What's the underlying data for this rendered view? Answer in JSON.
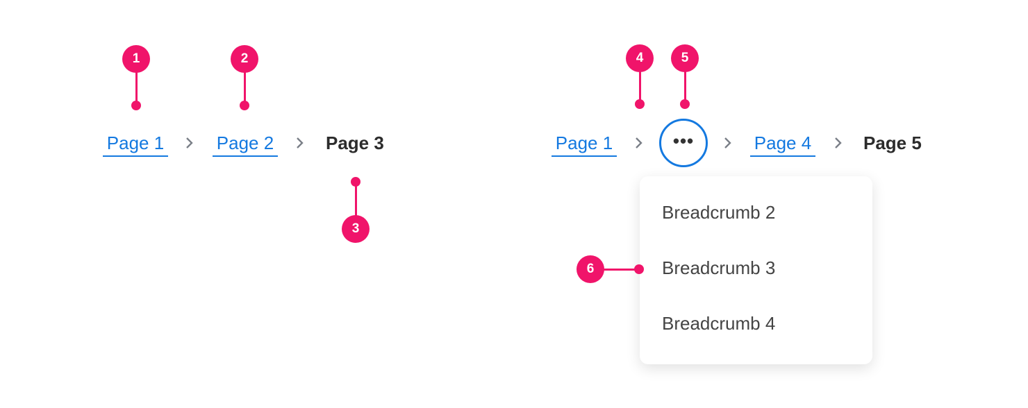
{
  "example_basic": {
    "items": [
      {
        "label": "Page 1"
      },
      {
        "label": "Page 2"
      }
    ],
    "current": "Page 3"
  },
  "example_collapsed": {
    "first": "Page 1",
    "overflow_label": "•••",
    "items": [
      {
        "label": "Page 4"
      }
    ],
    "current": "Page 5",
    "menu": [
      "Breadcrumb 2",
      "Breadcrumb 3",
      "Breadcrumb 4"
    ]
  },
  "markers": [
    "1",
    "2",
    "3",
    "4",
    "5",
    "6"
  ],
  "colors": {
    "link": "#1479e0",
    "marker": "#f0146a",
    "current": "#2c2c2c",
    "chevron": "#7a7f87"
  }
}
